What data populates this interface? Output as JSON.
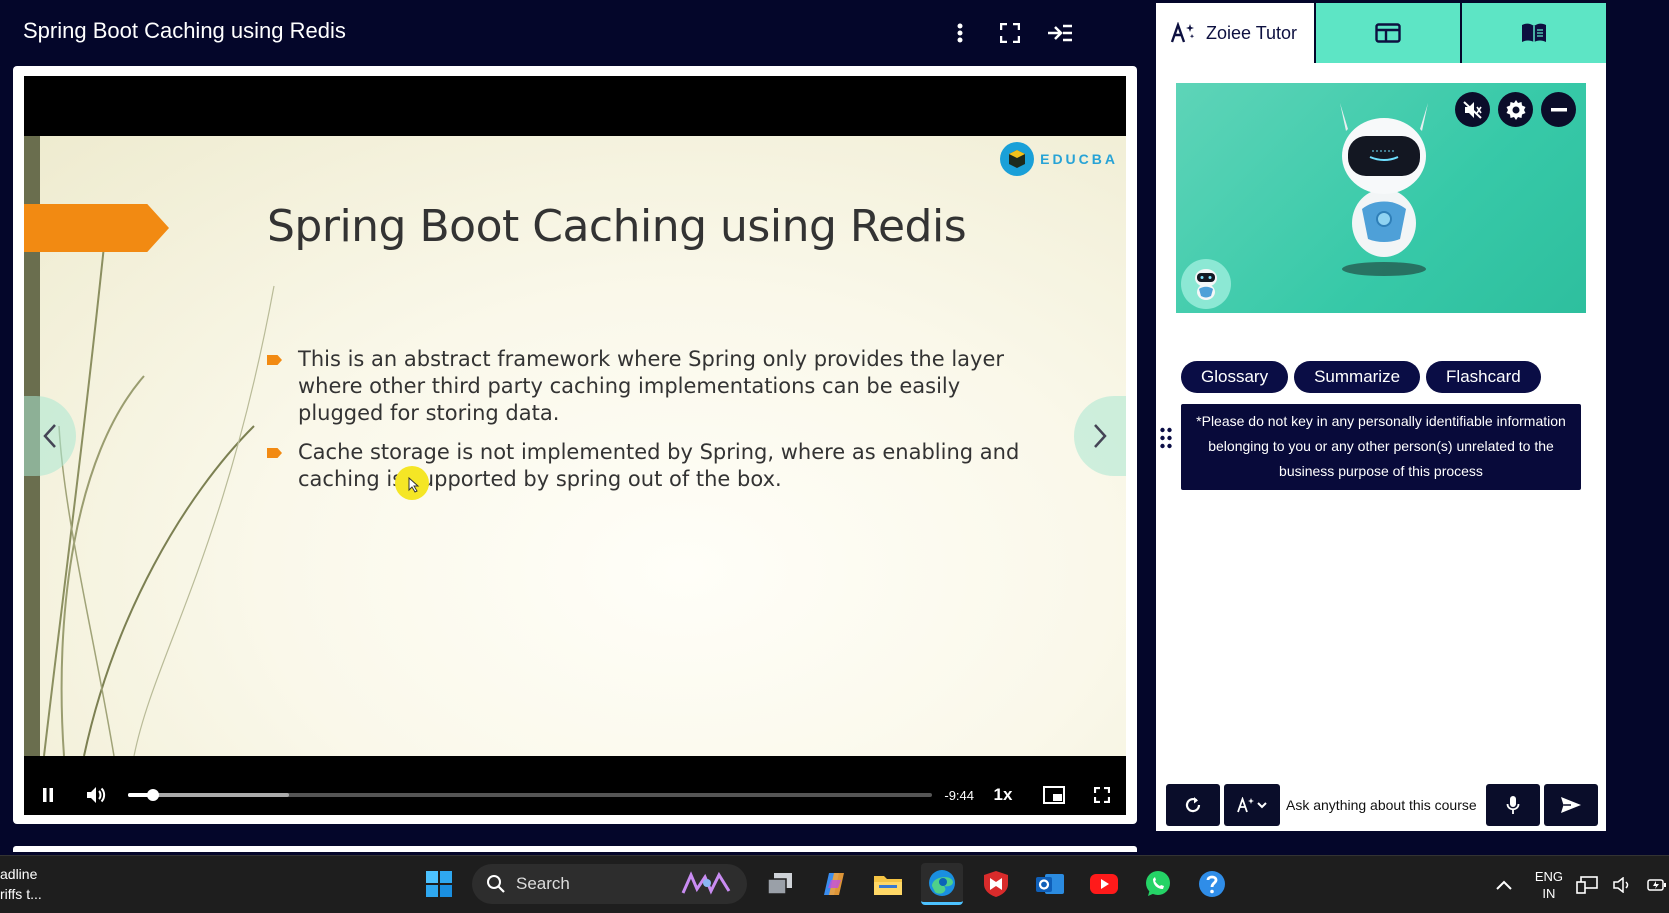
{
  "player": {
    "title": "Spring Boot Caching using Redis",
    "slide": {
      "title": "Spring Boot Caching using Redis",
      "brand": "EDUCBA",
      "bullets": [
        "This is an abstract framework where Spring only provides the layer where other third party caching implementations can be easily plugged for storing data.",
        "Cache storage is not implemented by Spring, where as enabling and caching is supported by spring out of the box."
      ]
    },
    "controls": {
      "time_remaining": "-9:44",
      "speed": "1x",
      "progress_fraction": 0.031,
      "buffered_fraction": 0.2
    }
  },
  "tutor": {
    "tab_label": "Zoiee Tutor",
    "chips": [
      "Glossary",
      "Summarize",
      "Flashcard"
    ],
    "disclaimer": "*Please do not key in any personally identifiable information belonging to you or any other person(s) unrelated to the business purpose of this process",
    "input_placeholder": "Ask anything about this course"
  },
  "taskbar": {
    "news_line1": "adline",
    "news_line2": "riffs t...",
    "search_label": "Search",
    "lang_line1": "ENG",
    "lang_line2": "IN"
  },
  "colors": {
    "background": "#04062a",
    "accent_teal": "#5de5c5",
    "accent_orange": "#f28a12",
    "chip_navy": "#0a0d45"
  }
}
